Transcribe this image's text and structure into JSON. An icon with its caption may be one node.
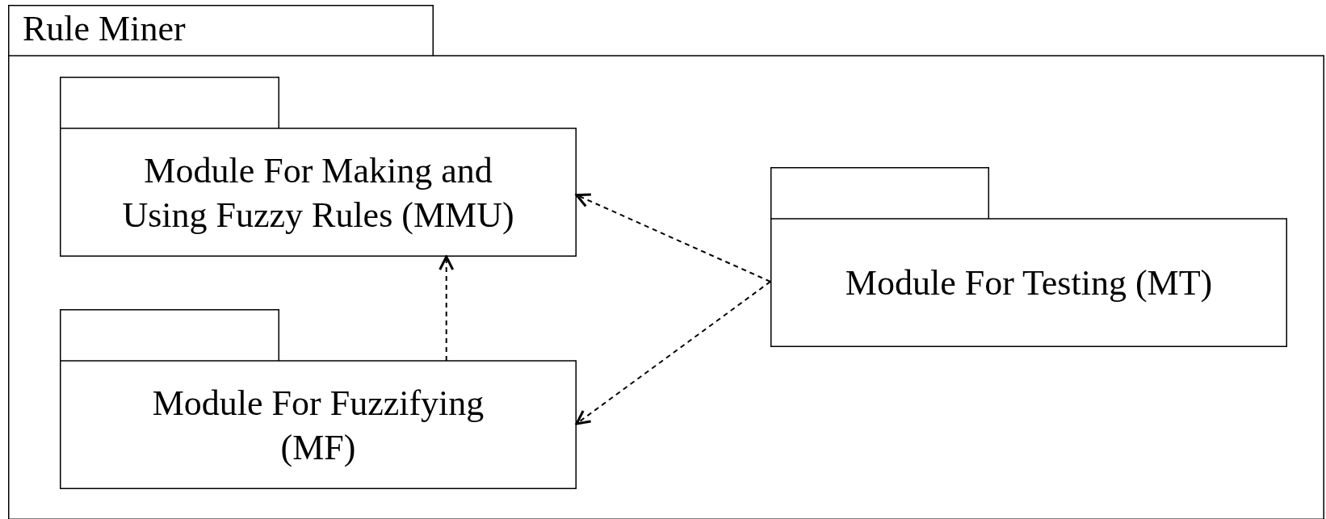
{
  "diagram": {
    "nodes": [
      {
        "text": [
          "Rule Miner"
        ]
      },
      {
        "text": [
          "Module For Making and Using Fuzzy Rules (MMU)"
        ],
        "in": 0
      },
      {
        "text": [
          "Module For Fuzzifying (MF)"
        ],
        "in": 0
      },
      {
        "text": [
          "Module For Testing (MT)"
        ],
        "in": 0
      }
    ],
    "edges": [
      {
        "from": 2,
        "to": 1,
        "arrow": "to",
        "style": "dashed"
      },
      {
        "from": 3,
        "to": 1,
        "arrow": "to",
        "style": "dashed"
      },
      {
        "from": 3,
        "to": 2,
        "arrow": "to",
        "style": "dashed"
      }
    ]
  }
}
